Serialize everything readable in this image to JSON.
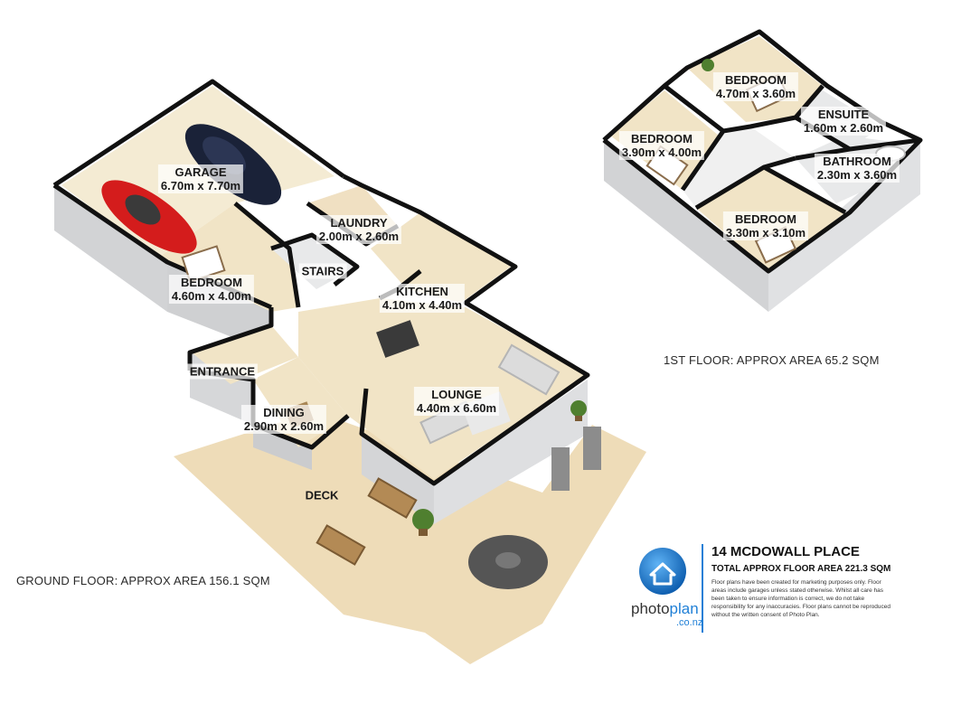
{
  "rooms": {
    "garage": {
      "name": "GARAGE",
      "dims": "6.70m x 7.70m"
    },
    "bedroom_ground": {
      "name": "BEDROOM",
      "dims": "4.60m x 4.00m"
    },
    "laundry": {
      "name": "LAUNDRY",
      "dims": "2.00m x 2.60m"
    },
    "stairs": {
      "name": "STAIRS"
    },
    "kitchen": {
      "name": "KITCHEN",
      "dims": "4.10m x 4.40m"
    },
    "entrance": {
      "name": "ENTRANCE"
    },
    "dining": {
      "name": "DINING",
      "dims": "2.90m x 2.60m"
    },
    "lounge": {
      "name": "LOUNGE",
      "dims": "4.40m x 6.60m"
    },
    "deck": {
      "name": "DECK"
    },
    "bedroom_first_a": {
      "name": "BEDROOM",
      "dims": "4.70m x 3.60m"
    },
    "ensuite": {
      "name": "ENSUITE",
      "dims": "1.60m x 2.60m"
    },
    "bedroom_first_b": {
      "name": "BEDROOM",
      "dims": "3.90m x 4.00m"
    },
    "bathroom": {
      "name": "BATHROOM",
      "dims": "2.30m x 3.60m"
    },
    "bedroom_first_c": {
      "name": "BEDROOM",
      "dims": "3.30m x 3.10m"
    }
  },
  "captions": {
    "ground_floor": "GROUND FLOOR: APPROX AREA 156.1 SQM",
    "first_floor": "1ST FLOOR: APPROX AREA 65.2 SQM"
  },
  "info": {
    "address": "14 MCDOWALL PLACE",
    "total_area": "TOTAL APPROX FLOOR AREA 221.3 SQM",
    "disclaimer": "Floor plans have been created for marketing purposes only. Floor areas include garages unless stated otherwise. Whilst all care has been taken to ensure information is correct, we do not take responsibility for any inaccuracies. Floor plans cannot be reproduced without the written consent of Photo Plan.",
    "logo_main": "photo",
    "logo_accent": "plan",
    "logo_domain": ".co.nz"
  },
  "colors": {
    "accent": "#1f7fd6",
    "deck": "#eedcb8",
    "floor": "#f1e4c6",
    "garage_floor": "#f4ebd3",
    "wall_top": "#111111",
    "wall_side": "#d2d3d5",
    "car_red": "#d41c1c",
    "car_navy": "#1a2238"
  }
}
